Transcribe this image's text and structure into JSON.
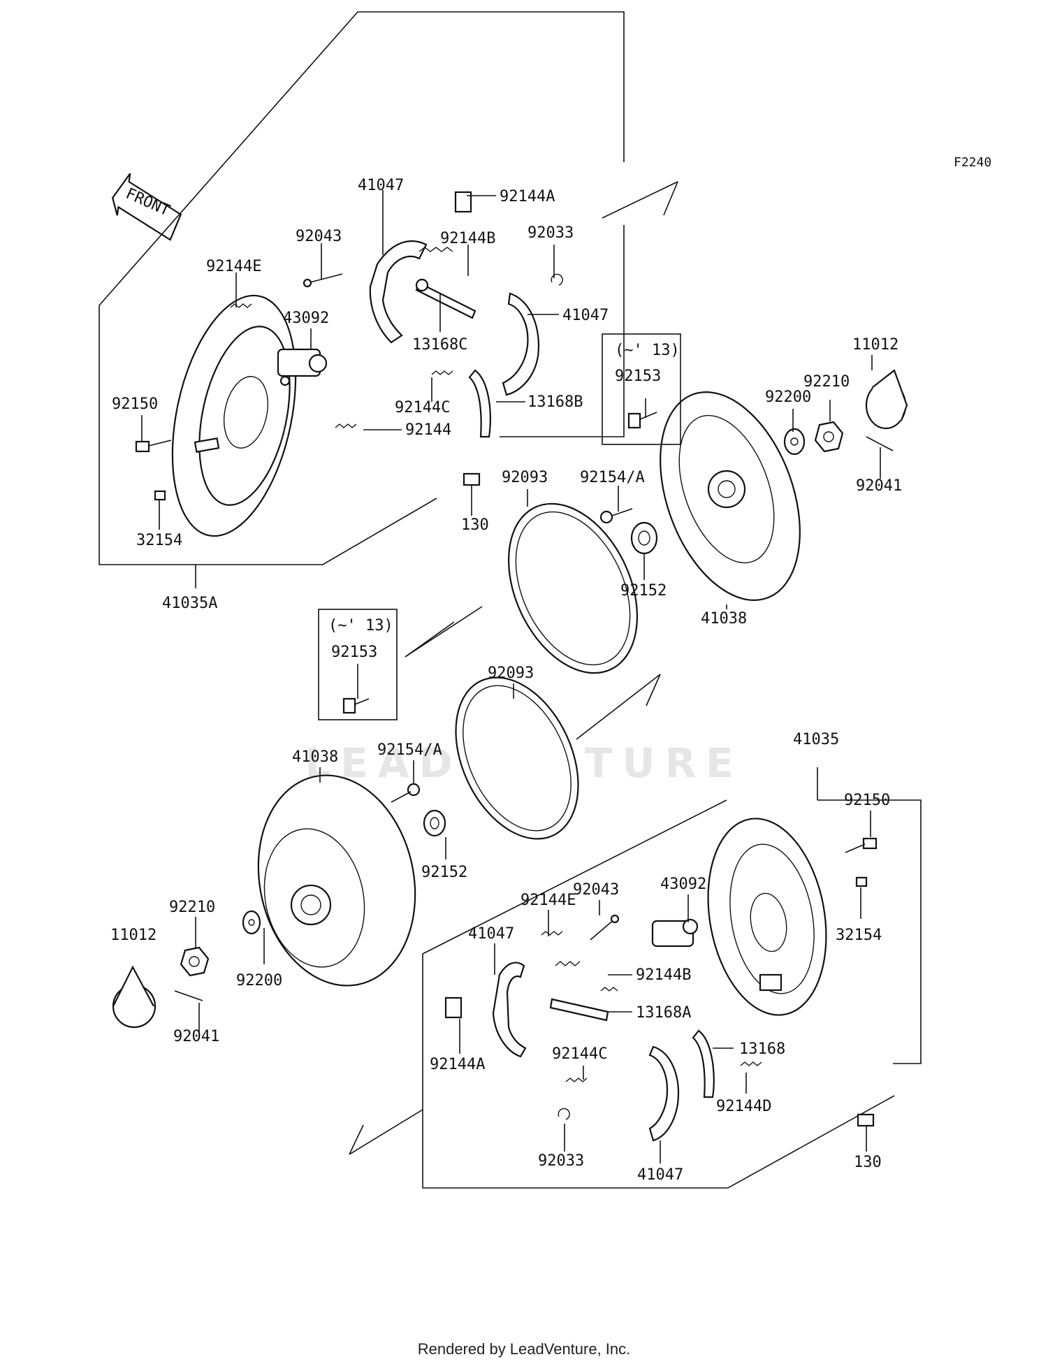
{
  "figure_code": "F2240",
  "front_label": "FRONT",
  "watermark": "LEADVENTURE",
  "footer": "Rendered by LeadVenture, Inc.",
  "callouts": [
    {
      "id": "c1",
      "text": "41047"
    },
    {
      "id": "c2",
      "text": "92144A"
    },
    {
      "id": "c3",
      "text": "92043"
    },
    {
      "id": "c4",
      "text": "92144B"
    },
    {
      "id": "c5",
      "text": "92033"
    },
    {
      "id": "c6",
      "text": "92144E"
    },
    {
      "id": "c7",
      "text": "43092"
    },
    {
      "id": "c8",
      "text": "41047"
    },
    {
      "id": "c9",
      "text": "13168C"
    },
    {
      "id": "c10",
      "text": "(~' 13)"
    },
    {
      "id": "c11",
      "text": "92153"
    },
    {
      "id": "c12",
      "text": "11012"
    },
    {
      "id": "c13",
      "text": "92210"
    },
    {
      "id": "c14",
      "text": "92200"
    },
    {
      "id": "c15",
      "text": "92150"
    },
    {
      "id": "c16",
      "text": "92144C"
    },
    {
      "id": "c17",
      "text": "13168B"
    },
    {
      "id": "c18",
      "text": "92144"
    },
    {
      "id": "c19",
      "text": "92041"
    },
    {
      "id": "c20",
      "text": "92093"
    },
    {
      "id": "c21",
      "text": "92154/A"
    },
    {
      "id": "c22",
      "text": "130"
    },
    {
      "id": "c23",
      "text": "32154"
    },
    {
      "id": "c24",
      "text": "92152"
    },
    {
      "id": "c25",
      "text": "41035A"
    },
    {
      "id": "c26",
      "text": "41038"
    },
    {
      "id": "c27",
      "text": "(~' 13)"
    },
    {
      "id": "c28",
      "text": "92153"
    },
    {
      "id": "c29",
      "text": "92093"
    },
    {
      "id": "c30",
      "text": "41035"
    },
    {
      "id": "c31",
      "text": "41038"
    },
    {
      "id": "c32",
      "text": "92154/A"
    },
    {
      "id": "c33",
      "text": "92150"
    },
    {
      "id": "c34",
      "text": "92152"
    },
    {
      "id": "c35",
      "text": "92043"
    },
    {
      "id": "c36",
      "text": "43092"
    },
    {
      "id": "c37",
      "text": "92144E"
    },
    {
      "id": "c38",
      "text": "92210"
    },
    {
      "id": "c39",
      "text": "32154"
    },
    {
      "id": "c40",
      "text": "11012"
    },
    {
      "id": "c41",
      "text": "41047"
    },
    {
      "id": "c42",
      "text": "92144B"
    },
    {
      "id": "c43",
      "text": "92200"
    },
    {
      "id": "c44",
      "text": "13168A"
    },
    {
      "id": "c45",
      "text": "92041"
    },
    {
      "id": "c46",
      "text": "92144C"
    },
    {
      "id": "c47",
      "text": "13168"
    },
    {
      "id": "c48",
      "text": "92144A"
    },
    {
      "id": "c49",
      "text": "92144D"
    },
    {
      "id": "c50",
      "text": "92033"
    },
    {
      "id": "c51",
      "text": "41047"
    },
    {
      "id": "c52",
      "text": "130"
    }
  ]
}
